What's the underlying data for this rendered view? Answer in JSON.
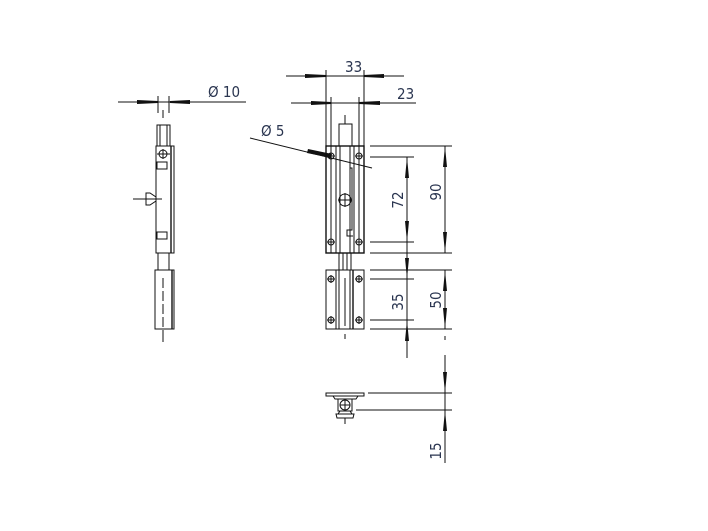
{
  "drawing": {
    "title": "Barrel bolt technical drawing",
    "views": [
      "side-view",
      "front-view",
      "bottom-view"
    ]
  },
  "dimensions": {
    "rod_diameter": {
      "symbol": "Ø",
      "value": "10",
      "label": "Ø 10"
    },
    "screw_hole_diameter": {
      "symbol": "Ø",
      "value": "5",
      "label": "Ø 5"
    },
    "overall_width": {
      "value": "33",
      "label": "33"
    },
    "inner_width": {
      "value": "23",
      "label": "23"
    },
    "bolt_plate_hole_spacing": {
      "value": "72",
      "label": "72"
    },
    "bolt_plate_height": {
      "value": "90",
      "label": "90"
    },
    "keeper_hole_spacing": {
      "value": "35",
      "label": "35"
    },
    "keeper_height": {
      "value": "50",
      "label": "50"
    },
    "projection_depth": {
      "value": "15",
      "label": "15"
    }
  },
  "colors": {
    "line": "#111111",
    "dimension_text": "#2a3550",
    "background": "#ffffff"
  }
}
